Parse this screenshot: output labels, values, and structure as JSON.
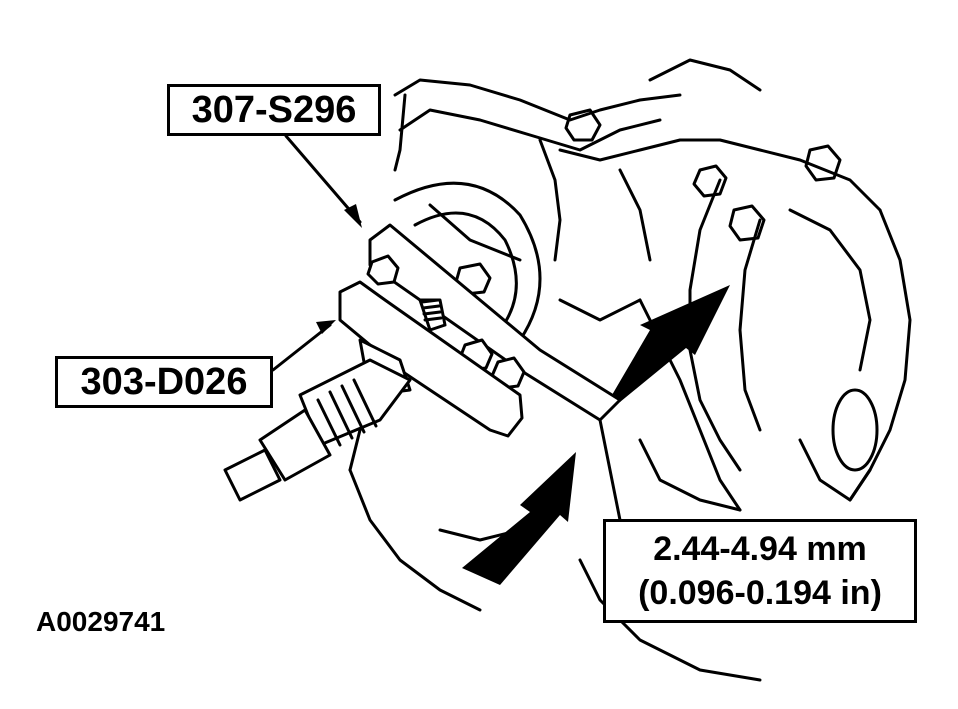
{
  "diagram": {
    "labels": {
      "tool_top": "307-S296",
      "tool_left": "303-D026"
    },
    "measurement": {
      "metric": "2.44-4.94 mm",
      "imperial": "(0.096-0.194 in)"
    },
    "figure_id": "A0029741"
  },
  "colors": {
    "ink": "#000000",
    "paper": "#ffffff"
  }
}
